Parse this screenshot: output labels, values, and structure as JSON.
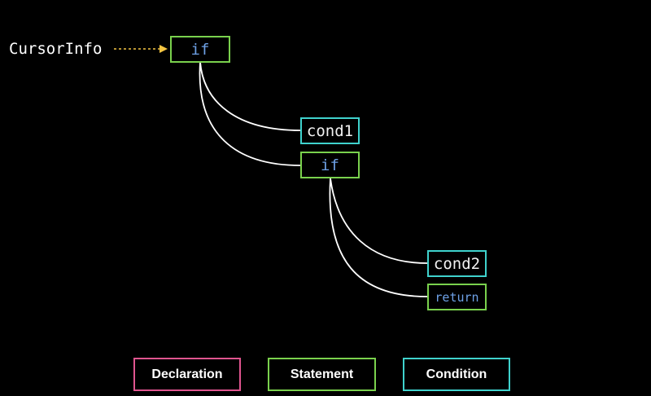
{
  "cursor_label": "CursorInfo",
  "nodes": {
    "if_root": {
      "text": "if",
      "kind": "Statement"
    },
    "cond1": {
      "text": "cond1",
      "kind": "Condition"
    },
    "if_nested": {
      "text": "if",
      "kind": "Statement"
    },
    "cond2": {
      "text": "cond2",
      "kind": "Condition"
    },
    "return": {
      "text": "return",
      "kind": "Statement"
    }
  },
  "legend": {
    "declaration": "Declaration",
    "statement": "Statement",
    "condition": "Condition"
  },
  "colors": {
    "declaration": "#e0558f",
    "statement": "#7ad14d",
    "condition": "#3fd2cd",
    "keyword": "#6ea1e6",
    "arrow": "#f5c542",
    "edge": "#ffffff"
  }
}
